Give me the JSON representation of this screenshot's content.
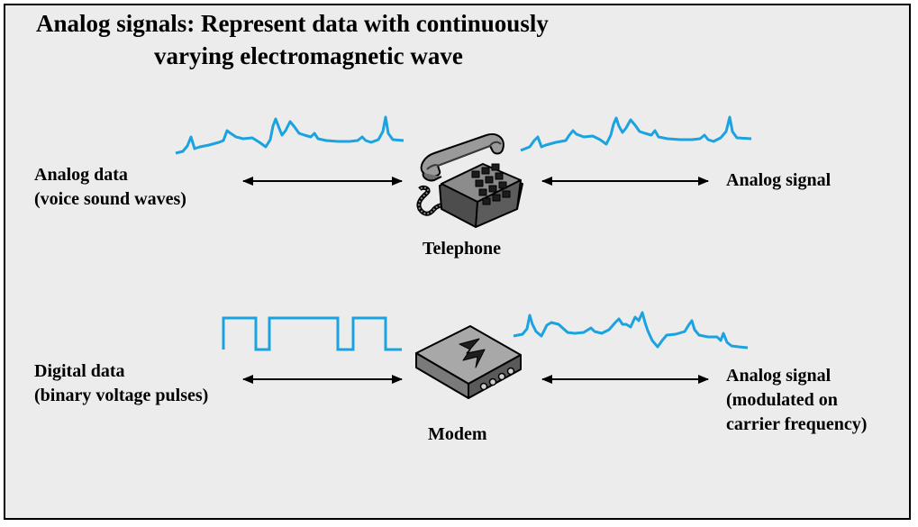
{
  "title": {
    "line1": "Analog signals: Represent data with continuously",
    "line2": "varying electromagnetic wave"
  },
  "top_row": {
    "input": {
      "line1": "Analog data",
      "line2": "(voice sound waves)"
    },
    "device": "Telephone",
    "output": {
      "line1": "Analog signal"
    }
  },
  "bottom_row": {
    "input": {
      "line1": "Digital data",
      "line2": "(binary voltage pulses)"
    },
    "device": "Modem",
    "output": {
      "line1": "Analog signal",
      "line2": "(modulated on",
      "line3": "carrier frequency)"
    }
  },
  "colors": {
    "background": "#ececec",
    "waveform": "#1aa3e0",
    "ink": "#000000"
  },
  "icons": [
    "telephone-icon",
    "modem-icon"
  ]
}
